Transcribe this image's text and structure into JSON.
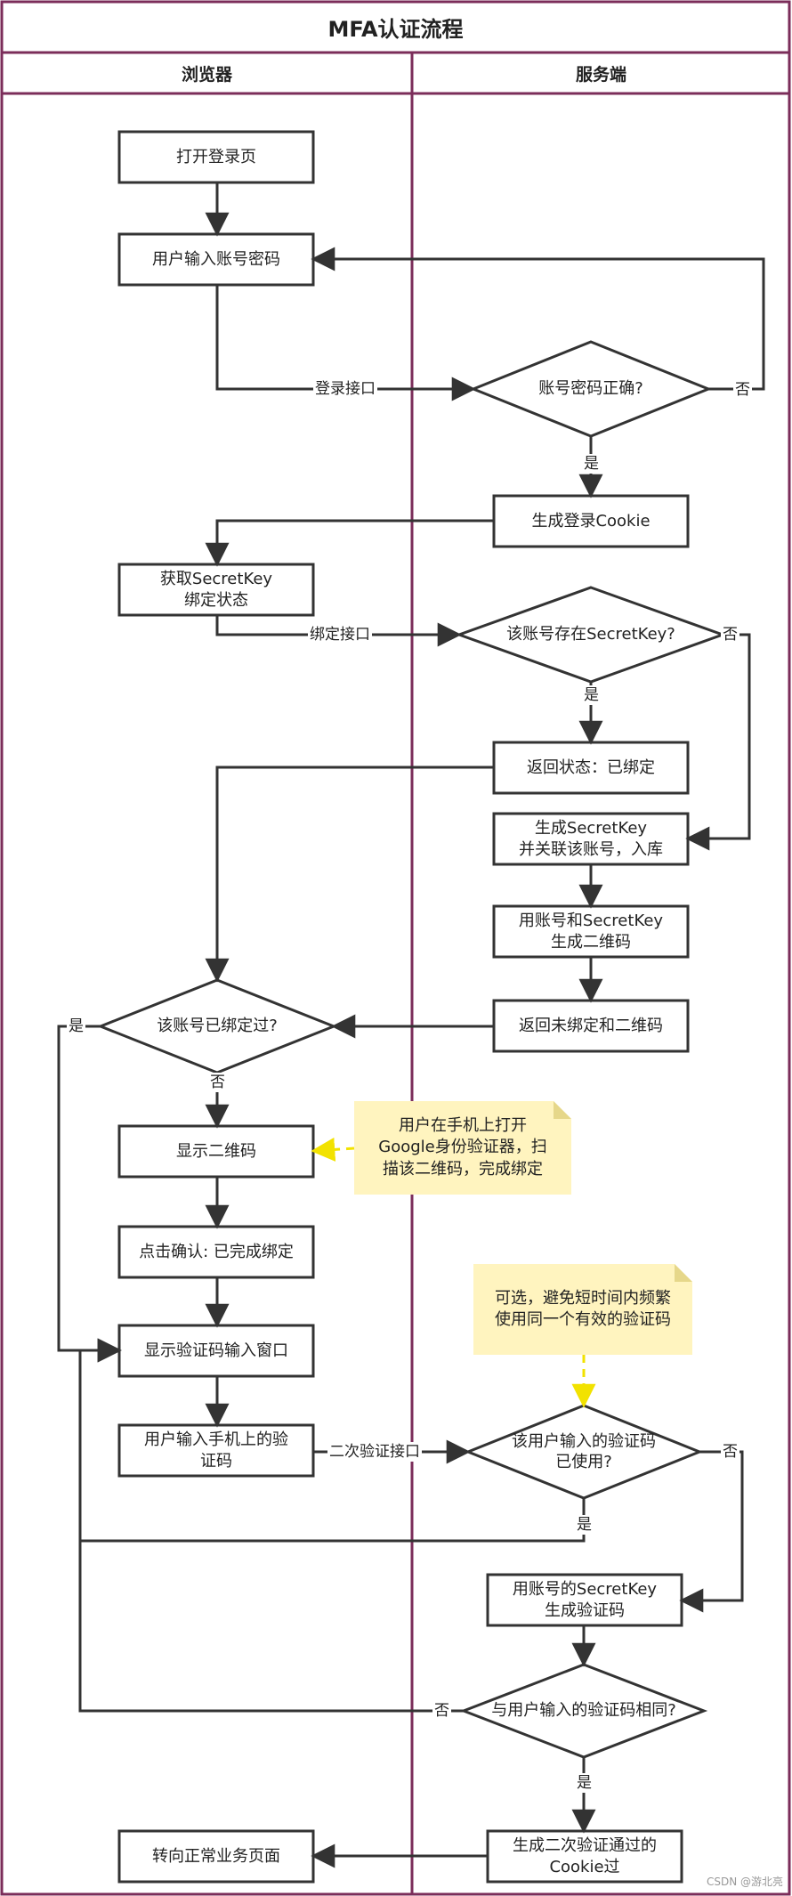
{
  "title": "MFA认证流程",
  "lanes": {
    "browser": "浏览器",
    "server": "服务端"
  },
  "nodes": {
    "open_login": "打开登录页",
    "input_account": "用户输入账号密码",
    "check_password": "账号密码正确?",
    "gen_cookie": "生成登录Cookie",
    "get_secret": "获取SecretKey\n绑定状态",
    "has_secret": "该账号存在SecretKey?",
    "return_bound": "返回状态：已绑定",
    "gen_secret": "生成SecretKey\n并关联该账号，入库",
    "gen_qr": "用账号和SecretKey\n生成二维码",
    "return_unbound": "返回未绑定和二维码",
    "is_bound": "该账号已绑定过?",
    "show_qr": "显示二维码",
    "confirm_bind": "点击确认: 已完成绑定",
    "show_code_window": "显示验证码输入窗口",
    "input_code": "用户输入手机上的验\n证码",
    "code_used": "该用户输入的验证码\n已使用?",
    "gen_code": "用账号的SecretKey\n生成验证码",
    "code_match": "与用户输入的验证码相同?",
    "gen_cookie2": "生成二次验证通过的\nCookie过",
    "redirect": "转向正常业务页面"
  },
  "notes": {
    "bind_note": "用户在手机上打开\nGoogle身份验证器，扫\n描该二维码，完成绑定",
    "optional_note": "可选，避免短时间内频繁\n使用同一个有效的验证码"
  },
  "edge_labels": {
    "login_api": "登录接口",
    "bind_api": "绑定接口",
    "second_api": "二次验证接口",
    "yes": "是",
    "no": "否"
  },
  "watermark": "CSDN @游北亮",
  "colors": {
    "lane_border": "#7b2d5a",
    "line": "#333333",
    "note_fill": "#fff4bf",
    "note_fold": "#e6d78a",
    "note_arrow": "#f2e200"
  }
}
